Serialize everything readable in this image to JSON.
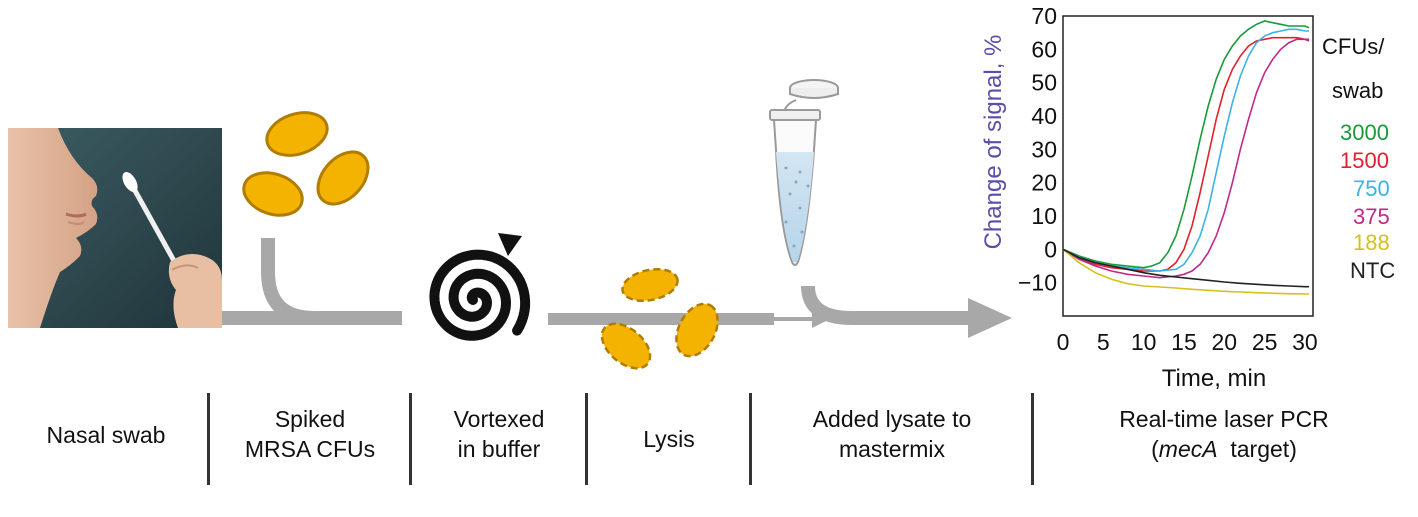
{
  "steps": [
    {
      "id": "nasal",
      "line1": "Nasal swab",
      "line2": ""
    },
    {
      "id": "spiked",
      "line1": "Spiked",
      "line2": "MRSA CFUs"
    },
    {
      "id": "vortex",
      "line1": "Vortexed",
      "line2": "in buffer"
    },
    {
      "id": "lysis",
      "line1": "Lysis",
      "line2": ""
    },
    {
      "id": "added",
      "line1": "Added lysate to",
      "line2": "mastermix"
    },
    {
      "id": "pcr",
      "line1": "Real-time laser PCR",
      "line2_pre": "(",
      "line2_italic": "mecA",
      "line2_post": "  target)"
    }
  ],
  "legend": {
    "title_line1": "CFUs/",
    "title_line2": "swab",
    "items": [
      {
        "label": "3000",
        "color": "#1a9a3a"
      },
      {
        "label": "1500",
        "color": "#e0222e"
      },
      {
        "label": "750",
        "color": "#3ab4e6"
      },
      {
        "label": "375",
        "color": "#c2288a"
      },
      {
        "label": "188",
        "color": "#d4c21a"
      },
      {
        "label": "NTC",
        "color": "#222222"
      }
    ]
  },
  "chart_data": {
    "type": "line",
    "title": "",
    "xlabel": "Time, min",
    "ylabel": "Change of signal, %",
    "xlim": [
      0,
      31
    ],
    "ylim": [
      -20,
      70
    ],
    "xticks": [
      "0",
      "5",
      "10",
      "15",
      "20",
      "25",
      "30"
    ],
    "yticks": [
      "70",
      "60",
      "50",
      "40",
      "30",
      "20",
      "10",
      "0",
      "−10"
    ],
    "grid": true,
    "legend_position": "right",
    "series": [
      {
        "name": "3000",
        "color": "#1a9a3a",
        "x": [
          0,
          2,
          4,
          6,
          8,
          10,
          11,
          12,
          13,
          14,
          15,
          16,
          17,
          18,
          19,
          20,
          21,
          22,
          23,
          24,
          25,
          26,
          27,
          28,
          29,
          30,
          30.5
        ],
        "y": [
          0,
          -2,
          -3.5,
          -4.5,
          -5,
          -5.5,
          -5,
          -4,
          -1,
          4,
          12,
          22,
          33,
          43,
          51,
          57,
          61,
          64,
          66,
          67.5,
          68.5,
          68,
          67.5,
          67,
          67,
          67,
          66.5
        ]
      },
      {
        "name": "1500",
        "color": "#e0222e",
        "x": [
          0,
          2,
          4,
          6,
          8,
          10,
          12,
          13,
          14,
          15,
          16,
          17,
          18,
          19,
          20,
          21,
          22,
          23,
          24,
          25,
          26,
          27,
          28,
          29,
          30,
          30.5
        ],
        "y": [
          0,
          -3,
          -4.5,
          -5.5,
          -6,
          -6.5,
          -6.5,
          -6,
          -4,
          0,
          7,
          17,
          28,
          39,
          48,
          54,
          58,
          61,
          62.5,
          63,
          63.5,
          63.5,
          63.5,
          63.5,
          63,
          63
        ]
      },
      {
        "name": "750",
        "color": "#3ab4e6",
        "x": [
          0,
          2,
          4,
          6,
          8,
          10,
          12,
          14,
          15,
          16,
          17,
          18,
          19,
          20,
          21,
          22,
          23,
          24,
          25,
          26,
          27,
          28,
          29,
          30,
          30.5
        ],
        "y": [
          0,
          -2.5,
          -4,
          -5,
          -5.5,
          -6,
          -6.5,
          -6,
          -4.5,
          -1,
          4,
          12,
          23,
          34,
          44,
          52,
          58,
          62,
          64,
          65,
          65.5,
          66,
          66,
          65.5,
          65.5
        ]
      },
      {
        "name": "375",
        "color": "#c2288a",
        "x": [
          0,
          2,
          4,
          6,
          8,
          10,
          12,
          14,
          15,
          16,
          17,
          18,
          19,
          20,
          21,
          22,
          23,
          24,
          25,
          26,
          27,
          28,
          29,
          30,
          30.5
        ],
        "y": [
          0,
          -3,
          -5,
          -6.5,
          -7.5,
          -8,
          -8.5,
          -8,
          -7.5,
          -6.5,
          -4.5,
          -1,
          4,
          11,
          20,
          30,
          39,
          47,
          53,
          57,
          60,
          62,
          63,
          63,
          62.5
        ]
      },
      {
        "name": "188",
        "color": "#d4c21a",
        "x": [
          0,
          2,
          4,
          6,
          8,
          10,
          12,
          14,
          16,
          18,
          20,
          22,
          24,
          26,
          28,
          30,
          30.5
        ],
        "y": [
          0,
          -4,
          -7,
          -9,
          -10.3,
          -11,
          -11.3,
          -11.6,
          -12,
          -12.3,
          -12.6,
          -12.8,
          -13,
          -13.2,
          -13.3,
          -13.4,
          -13.4
        ]
      },
      {
        "name": "NTC",
        "color": "#222222",
        "x": [
          0,
          2,
          4,
          6,
          8,
          10,
          12,
          14,
          16,
          18,
          20,
          22,
          24,
          26,
          28,
          30,
          30.5
        ],
        "y": [
          0,
          -2.5,
          -4,
          -5,
          -6,
          -7,
          -7.8,
          -8.3,
          -8.8,
          -9.3,
          -9.8,
          -10.2,
          -10.5,
          -10.8,
          -11,
          -11.2,
          -11.2
        ]
      }
    ]
  }
}
